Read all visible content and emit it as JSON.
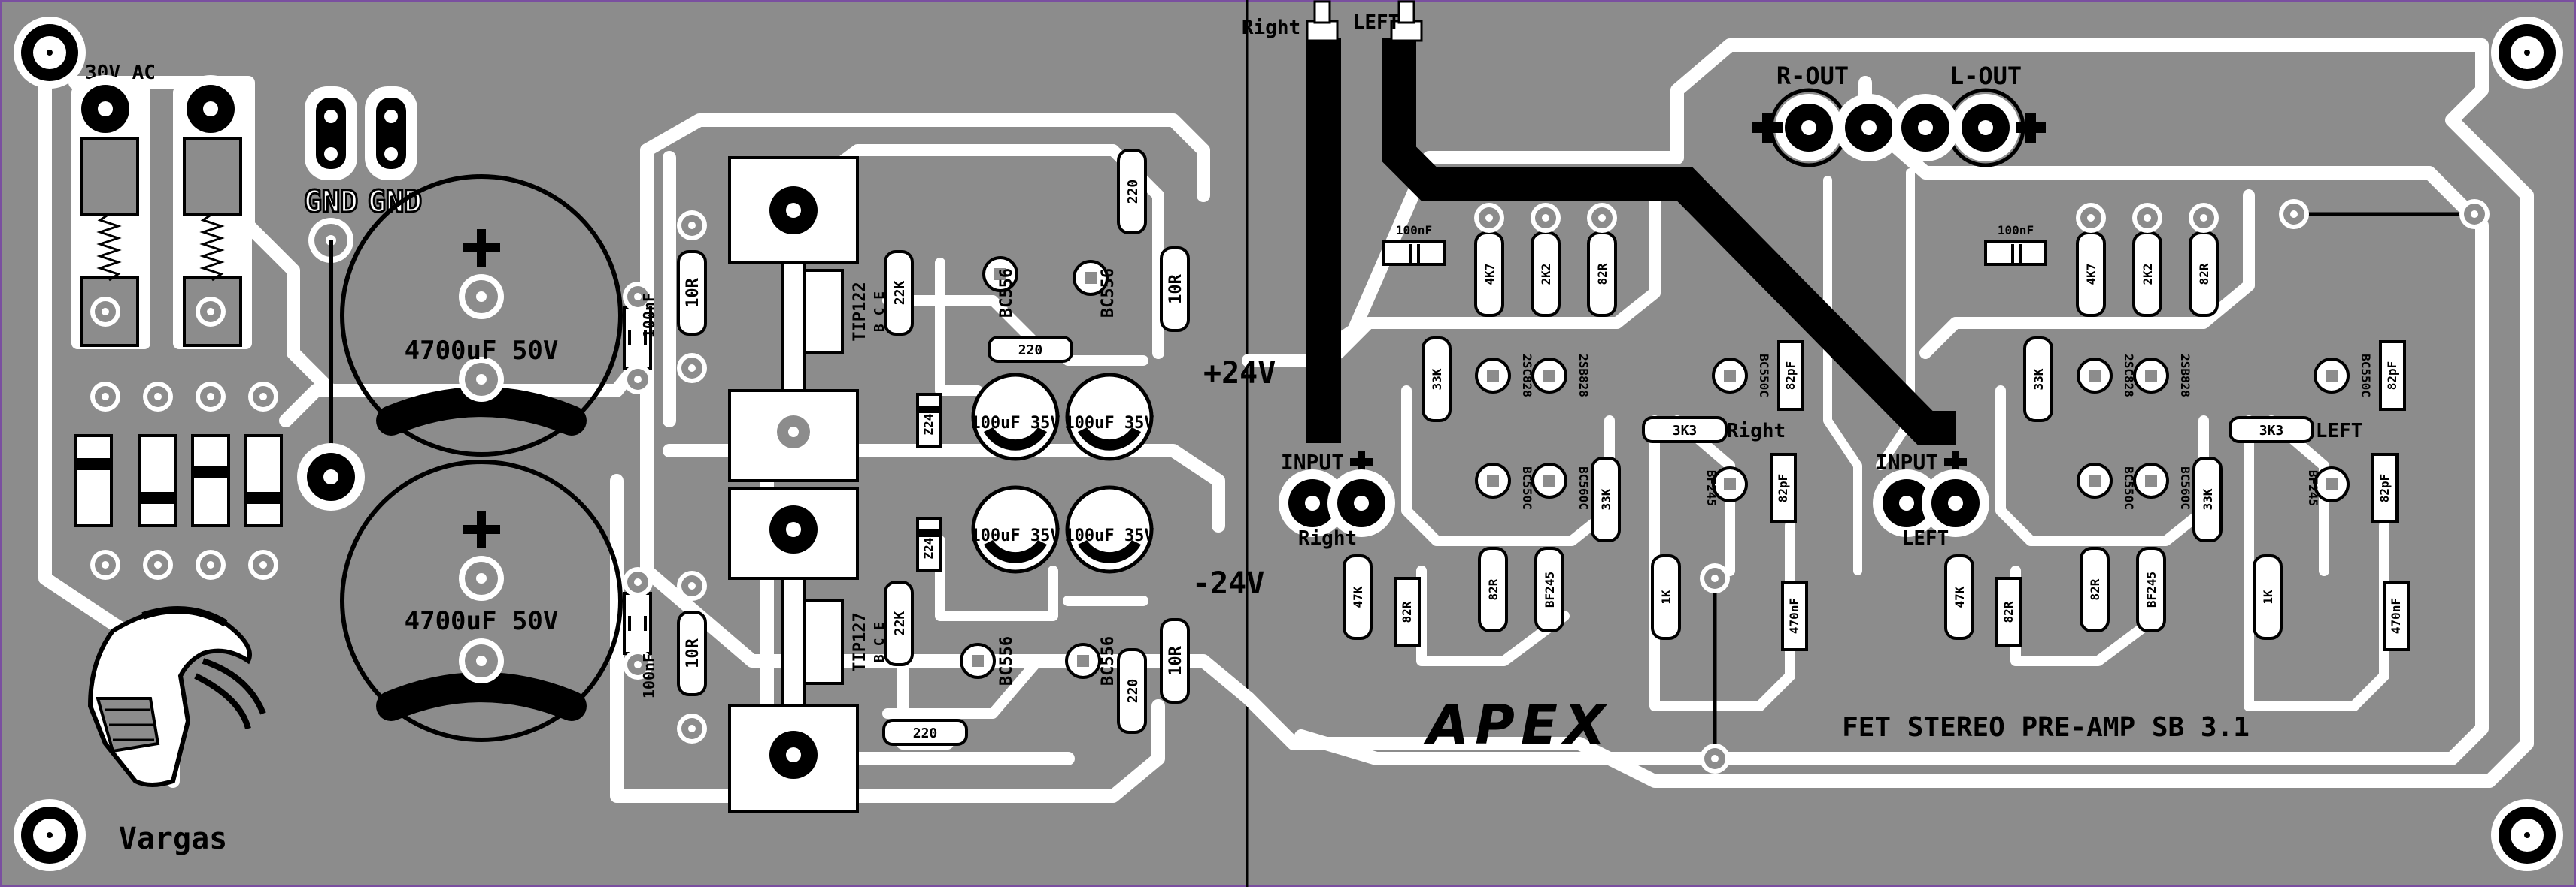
{
  "board": {
    "title": "FET STEREO PRE-AMP SB 3.1",
    "brand": "APEX",
    "author": "Vargas",
    "colors": {
      "copper": "#8c8c8c",
      "gap": "#ffffff",
      "silk": "#000000",
      "border": "#7a4fa0"
    }
  },
  "power": {
    "ac_label": "30V AC",
    "gnd_1": "GND",
    "gnd_2": "GND",
    "cap_top": "4700uF 50V",
    "cap_bottom": "4700uF 50V",
    "plus_rail": "+24V",
    "minus_rail": "-24V",
    "c_100nf_1": "100nF",
    "c_100nf_2": "100nF",
    "r_10r_1": "10R",
    "r_10r_2": "10R",
    "r_10r_3": "10R",
    "r_10r_4": "10R",
    "q_tip122": "TIP122",
    "q_tip127": "TIP127",
    "bce_1": "B C E",
    "bce_2": "B C E",
    "q_bc556_1": "BC556",
    "q_bc556_2": "BC556",
    "q_bc556_3": "BC556",
    "q_bc556_4": "BC556",
    "r_22k_1": "22K",
    "r_22k_2": "22K",
    "r_220_1": "220",
    "r_220_2": "220",
    "r_220_3": "220",
    "r_220_4": "220",
    "z_1": "Z24",
    "z_2": "Z24",
    "ecap_1": "100uF 35V",
    "ecap_2": "100uF 35V",
    "ecap_3": "100uF 35V",
    "ecap_4": "100uF 35V"
  },
  "outputs": {
    "top_right": "Right",
    "top_left": "LEFT",
    "r_out": "R-OUT",
    "l_out": "L-OUT"
  },
  "right_channel": {
    "input_label": "INPUT",
    "channel_label": "Right",
    "tag": "Right",
    "cap_100nf": "100nF",
    "r_3k3": "3K3",
    "c_82pf_1": "82pF",
    "c_82pf_2": "82pF",
    "r_33k_1": "33K",
    "r_33k_2": "33K",
    "r_47k": "47K",
    "r_82r_1": "82R",
    "r_82r_2": "82R",
    "r_82r_3": "82R",
    "r_1k": "1K",
    "c_470": "470nF",
    "r_4k7": "4K7",
    "r_2k2": "2K2",
    "q_bc550c_1": "BC550C",
    "q_bc550c_2": "BC550C",
    "q_bc560c": "BC560C",
    "q_2sc828": "2SC828",
    "q_2sb828": "2SB828",
    "j_1": "BF245",
    "j_2": "BF245"
  },
  "left_channel": {
    "input_label": "INPUT",
    "channel_label": "LEFT",
    "tag": "LEFT",
    "cap_100nf": "100nF",
    "r_3k3": "3K3",
    "c_82pf_1": "82pF",
    "c_82pf_2": "82pF",
    "r_33k_1": "33K",
    "r_33k_2": "33K",
    "r_47k": "47K",
    "r_82r_1": "82R",
    "r_82r_2": "82R",
    "r_82r_3": "82R",
    "r_1k": "1K",
    "c_470": "470nF",
    "r_4k7": "4K7",
    "r_2k2": "2K2",
    "q_bc550c_1": "BC550C",
    "q_bc550c_2": "BC550C",
    "q_bc560c": "BC560C",
    "q_2sc828": "2SC828",
    "q_2sb828": "2SB828",
    "j_1": "BF245",
    "j_2": "BF245"
  }
}
